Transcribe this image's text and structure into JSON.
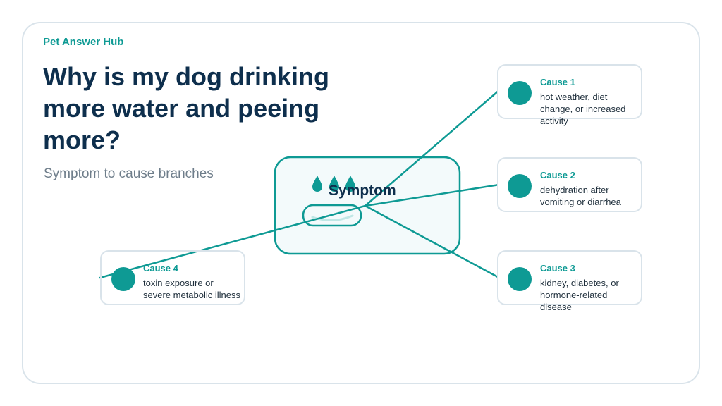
{
  "header": {
    "brand": "Pet Answer Hub",
    "title": "Why is my dog drinking more water and peeing more?",
    "subtitle": "Symptom to cause branches"
  },
  "center": {
    "label": "Symptom"
  },
  "causes": [
    {
      "title": "Cause 1",
      "description": "hot weather, diet change, or increased activity"
    },
    {
      "title": "Cause 2",
      "description": "dehydration after vomiting or diarrhea"
    },
    {
      "title": "Cause 3",
      "description": "kidney, diabetes, or hormone-related disease"
    },
    {
      "title": "Cause 4",
      "description": "toxin exposure or severe metabolic illness"
    }
  ],
  "colors": {
    "accent": "#0e9a94",
    "title": "#0e2f4d",
    "subtitle": "#6e7d8a",
    "border": "#d9e3ea"
  },
  "icons": {
    "center": "water-drops-and-bowl-icon",
    "cause": "teal-dot-icon"
  }
}
